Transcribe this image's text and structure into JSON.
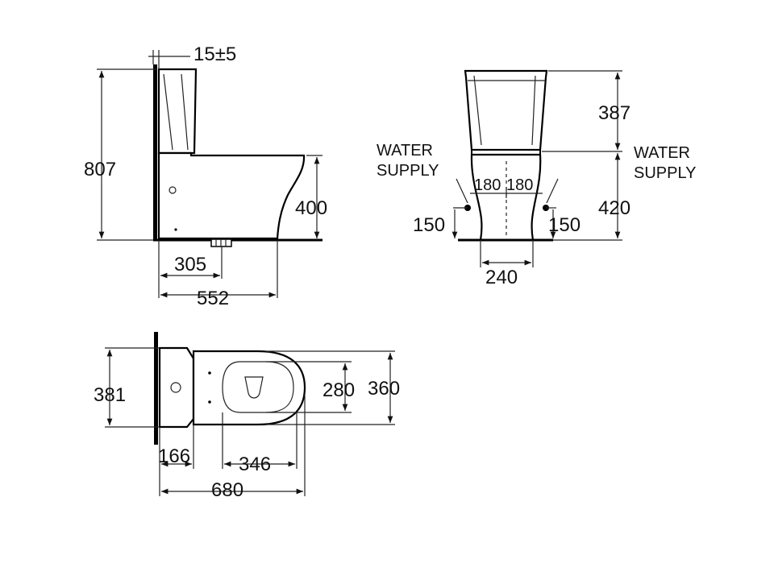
{
  "side_view": {
    "dim_offset": "15±5",
    "dim_height": "807",
    "dim_seat_height": "400",
    "dim_outlet": "305",
    "dim_projection": "552"
  },
  "front_view": {
    "dim_cistern": "387",
    "dim_bowl": "420",
    "dim_left_spacing": "180",
    "dim_right_spacing": "180",
    "dim_left_supply_height": "150",
    "dim_right_supply_height": "150",
    "dim_base_width": "240",
    "water_supply_left": [
      "WATER",
      "SUPPLY"
    ],
    "water_supply_right": [
      "WATER",
      "SUPPLY"
    ]
  },
  "top_view": {
    "dim_cistern_width": "381",
    "dim_seat_inner": "280",
    "dim_bowl_width": "360",
    "dim_cistern_depth": "166",
    "dim_seat_length": "346",
    "dim_total_length": "680"
  },
  "colors": {
    "line": "#000000",
    "background": "#ffffff"
  }
}
